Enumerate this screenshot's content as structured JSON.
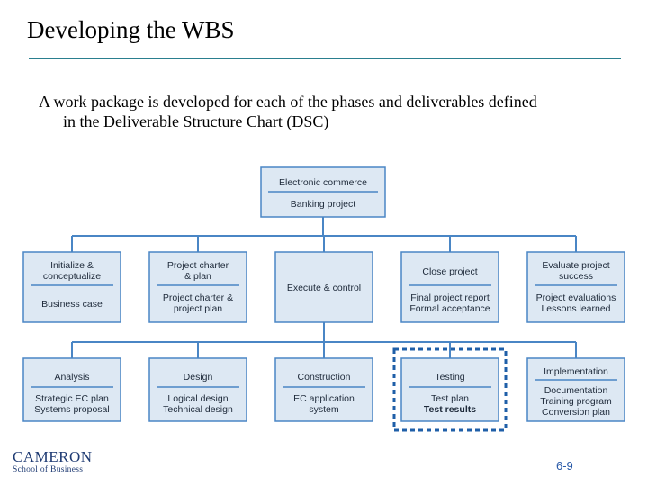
{
  "slide": {
    "title": "Developing the WBS",
    "bullet_line1": "A work package is developed for each of the phases and deliverables defined",
    "bullet_line2": "in the Deliverable Structure Chart (DSC)",
    "page_number": "6-9"
  },
  "logo": {
    "top": "CAMERON",
    "bottom": "School of Business"
  },
  "colors": {
    "accent": "#2a7f8f",
    "box_fill": "#dde8f3",
    "box_border": "#4a86c5",
    "connector": "#4a86c5",
    "highlight_border": "#1f5fa8"
  },
  "wbs": {
    "root": {
      "title": "Electronic commerce",
      "subtitle": "Banking project"
    },
    "phases": [
      {
        "title": [
          "Initialize &",
          "conceptualize"
        ],
        "deliverables": [
          "Business case"
        ]
      },
      {
        "title": [
          "Project charter",
          "& plan"
        ],
        "deliverables": [
          "Project charter &",
          "project plan"
        ]
      },
      {
        "title": [
          "Execute & control"
        ],
        "deliverables": []
      },
      {
        "title": [
          "Close project"
        ],
        "deliverables": [
          "Final project report",
          "Formal acceptance"
        ]
      },
      {
        "title": [
          "Evaluate project",
          "success"
        ],
        "deliverables": [
          "Project evaluations",
          "Lessons learned"
        ]
      }
    ],
    "work_packages": [
      {
        "title": [
          "Analysis"
        ],
        "deliverables": [
          "Strategic EC plan",
          "Systems proposal"
        ],
        "highlighted": false
      },
      {
        "title": [
          "Design"
        ],
        "deliverables": [
          "Logical design",
          "Technical design"
        ],
        "highlighted": false
      },
      {
        "title": [
          "Construction"
        ],
        "deliverables": [
          "EC application",
          "system"
        ],
        "highlighted": false
      },
      {
        "title": [
          "Testing"
        ],
        "deliverables": [
          "Test plan",
          "Test results"
        ],
        "bold_deliverable_index": 1,
        "highlighted": true
      },
      {
        "title": [
          "Implementation"
        ],
        "deliverables": [
          "Documentation",
          "Training program",
          "Conversion plan"
        ],
        "highlighted": false
      }
    ]
  }
}
